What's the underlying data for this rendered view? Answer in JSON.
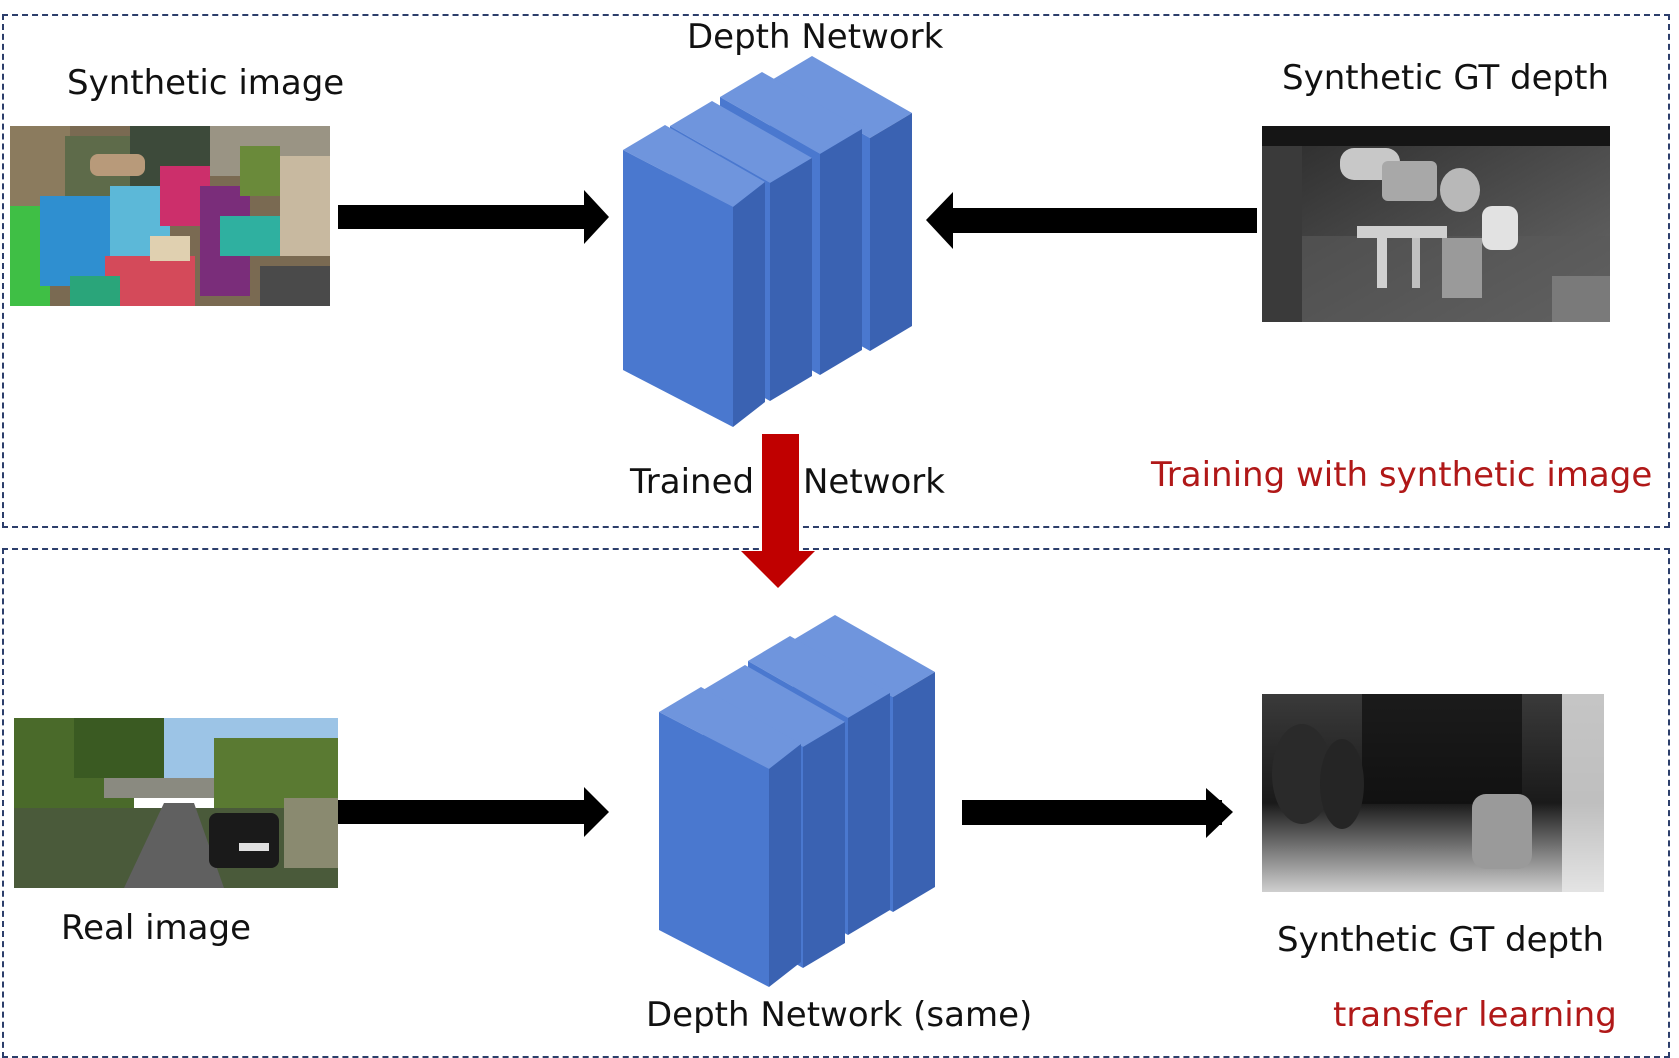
{
  "top_panel": {
    "network_label": "Depth Network",
    "input_label": "Synthetic image",
    "target_label": "Synthetic GT depth",
    "trained_label_left": "Trained",
    "trained_label_right": "Network",
    "caption": "Training with  synthetic image"
  },
  "bottom_panel": {
    "input_label": "Real image",
    "output_label": "Synthetic GT depth",
    "network_label": "Depth Network (same)",
    "caption": "transfer learning"
  },
  "colors": {
    "block_front": "#4a78cf",
    "block_top": "#6f95dd",
    "block_side": "#3a62b2",
    "arrow": "#000000",
    "transfer_arrow": "#c00000",
    "caption": "#b01818",
    "panel_border": "#2c3e6b"
  }
}
